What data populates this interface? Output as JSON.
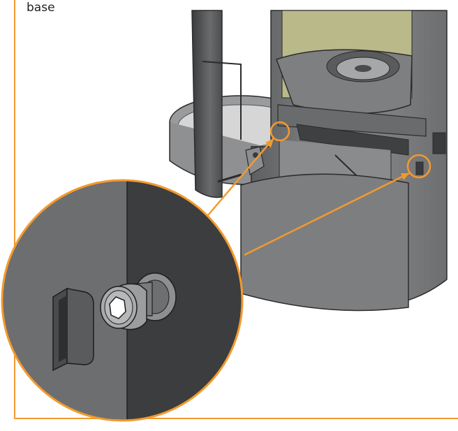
{
  "caption": {
    "text": "base"
  },
  "colors": {
    "accent": "#f29a2e",
    "stove_body": "#7d7e80",
    "stove_dark": "#4a4b4d",
    "glass_tint": "#b9b98a",
    "outline": "#2b2b2b"
  },
  "callouts": [
    {
      "name": "left-hinge-callout"
    },
    {
      "name": "right-bolt-callout"
    }
  ],
  "detail": {
    "subject": "hex-socket-bolt-detail"
  }
}
